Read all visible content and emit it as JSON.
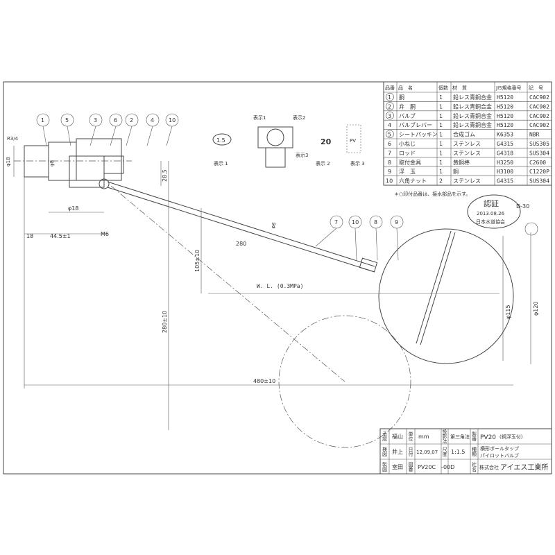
{
  "parts_table": {
    "headers": [
      "品番",
      "品　名",
      "個数",
      "材　質",
      "JIS規格番号",
      "記　号"
    ],
    "rows": [
      {
        "no": "1",
        "circled": true,
        "name": "胴",
        "qty": "1",
        "material": "鉛レス青銅合金",
        "jis": "H5120",
        "code": "CAC902"
      },
      {
        "no": "2",
        "circled": true,
        "name": "弁　胴",
        "qty": "1",
        "material": "鉛レス青銅合金",
        "jis": "H5120",
        "code": "CAC902"
      },
      {
        "no": "3",
        "circled": true,
        "name": "バルブ",
        "qty": "1",
        "material": "鉛レス青銅合金",
        "jis": "H5120",
        "code": "CAC902"
      },
      {
        "no": "4",
        "circled": false,
        "name": "バルブレバー",
        "qty": "1",
        "material": "鉛レス青銅合金",
        "jis": "H5120",
        "code": "CAC902"
      },
      {
        "no": "5",
        "circled": true,
        "name": "シートパッキン",
        "qty": "1",
        "material": "合成ゴム",
        "jis": "K6353",
        "code": "NBR"
      },
      {
        "no": "6",
        "circled": false,
        "name": "小ねじ",
        "qty": "1",
        "material": "ステンレス",
        "jis": "G4315",
        "code": "SUS305"
      },
      {
        "no": "7",
        "circled": false,
        "name": "ロッド",
        "qty": "1",
        "material": "ステンレス",
        "jis": "G4318",
        "code": "SUS304"
      },
      {
        "no": "8",
        "circled": false,
        "name": "取付金具",
        "qty": "1",
        "material": "黄銅棒",
        "jis": "H3250",
        "code": "C2600"
      },
      {
        "no": "9",
        "circled": false,
        "name": "浮　玉",
        "qty": "1",
        "material": "銅",
        "jis": "H3100",
        "code": "C1220P"
      },
      {
        "no": "10",
        "circled": false,
        "name": "六角ナット",
        "qty": "2",
        "material": "ステンレス",
        "jis": "G4315",
        "code": "SUS304"
      }
    ],
    "note": "＊○印付品番は、接水部品を示す。"
  },
  "stamp": {
    "title": "認証",
    "date": "2013.08.26",
    "org": "日本水道協会",
    "code": "D-30"
  },
  "markings": {
    "label1": "表示1",
    "label2": "表示2",
    "label3": "表示3",
    "mark1": "表示 1",
    "mark2": "表示 2",
    "mark3": "表示 3",
    "size": "20",
    "pv": "PV"
  },
  "balloons_left": [
    "1",
    "5",
    "3",
    "6",
    "2",
    "4",
    "10"
  ],
  "balloons_right": [
    "7",
    "10",
    "8",
    "9"
  ],
  "dimensions": {
    "thread": "R3/4",
    "phi18_left": "φ18",
    "phi8": "φ8",
    "phi18": "φ18",
    "d18": "18",
    "d44": "44.5±1",
    "m6": "M6",
    "d28": "28.5",
    "d105": "105±10",
    "d280": "280",
    "phi6": "φ6",
    "d280v": "280±10",
    "d480": "480±10",
    "wl": "W. L. (0.3MPa)",
    "phi115": "φ115",
    "phi120": "φ120"
  },
  "title_block": {
    "approved_label": "承認",
    "approved": "福山",
    "checked_label": "検図",
    "checked": "井上",
    "drawn_label": "製図",
    "drawn": "室田",
    "unit_label": "単位",
    "unit": "mm",
    "date_label": "日付",
    "date": "12,09,07",
    "drawing_no_label": "図番",
    "drawing_no": "PV20C　-00D",
    "projection_label": "投影法",
    "projection": "第三角法",
    "scale_label": "尺度",
    "scale": "1:1.5",
    "product_no_label": "製番",
    "product_no": "PV20",
    "product_note": "(銅浮玉付)",
    "type_label": "種類",
    "type1": "横形ボールタップ",
    "type2": "パイロットバルブ",
    "company_label": "社名",
    "company_prefix": "株式会社",
    "company": "アイエス工業所"
  }
}
